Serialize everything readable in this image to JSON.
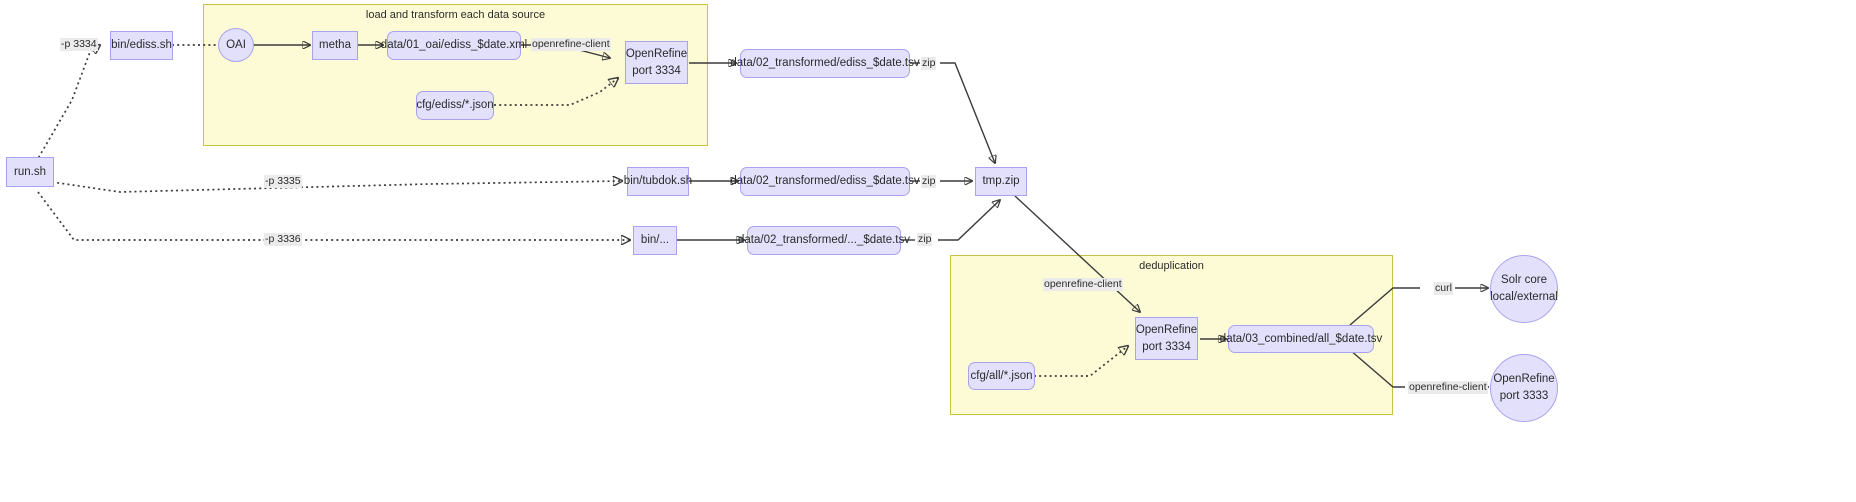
{
  "diagram": {
    "title": "metha / OpenRefine data pipeline",
    "background": "#ffffff",
    "node_fill": "#e2e0fb",
    "node_stroke": "#a9a3ef",
    "cluster_fill": "#fdfbd6",
    "cluster_stroke": "#c8c43f",
    "edge_color": "#3b3b3b",
    "edge_label_bg": "#ebebeb"
  },
  "clusters": [
    {
      "id": "load",
      "label": "load and transform each data source"
    },
    {
      "id": "dedup",
      "label": "deduplication"
    }
  ],
  "nodes": {
    "run_sh": {
      "label": "run.sh",
      "shape": "box"
    },
    "bin_ediss": {
      "label": "bin/ediss.sh",
      "shape": "box"
    },
    "oai": {
      "label": "OAI",
      "shape": "ellipse"
    },
    "metha": {
      "label": "metha",
      "shape": "box"
    },
    "oai_xml": {
      "label": "data/01_oai/ediss_$date.xml",
      "shape": "rounded"
    },
    "cfg_ediss": {
      "label": "cfg/ediss/*.json",
      "shape": "rounded"
    },
    "openrefine_top": {
      "line1": "OpenRefine",
      "line2": "port 3334",
      "shape": "box"
    },
    "tsv_ediss_1": {
      "label": "data/02_transformed/ediss_$date.tsv",
      "shape": "rounded"
    },
    "bin_tubdok": {
      "label": "bin/tubdok.sh",
      "shape": "box"
    },
    "tsv_ediss_2": {
      "label": "data/02_transformed/ediss_$date.tsv",
      "shape": "rounded"
    },
    "bin_other": {
      "label": "bin/...",
      "shape": "box"
    },
    "tsv_other": {
      "label": "data/02_transformed/..._$date.tsv",
      "shape": "rounded"
    },
    "tmp_zip": {
      "label": "tmp.zip",
      "shape": "box"
    },
    "cfg_all": {
      "label": "cfg/all/*.json",
      "shape": "rounded"
    },
    "openrefine_dedup": {
      "line1": "OpenRefine",
      "line2": "port 3334",
      "shape": "box"
    },
    "combined_tsv": {
      "label": "data/03_combined/all_$date.tsv",
      "shape": "rounded"
    },
    "solr": {
      "line1": "Solr core",
      "line2": "local/external",
      "shape": "ellipse"
    },
    "openrefine_3333": {
      "line1": "OpenRefine",
      "line2": "port 3333",
      "shape": "ellipse"
    }
  },
  "edge_labels": {
    "p3334": "-p 3334",
    "p3335": "-p 3335",
    "p3336": "-p 3336",
    "openrefine_client_top": "openrefine-client",
    "zip1": "zip",
    "zip2": "zip",
    "zip3": "zip",
    "openrefine_client_dedup": "openrefine-client",
    "curl": "curl",
    "openrefine_client_3333": "openrefine-client"
  }
}
